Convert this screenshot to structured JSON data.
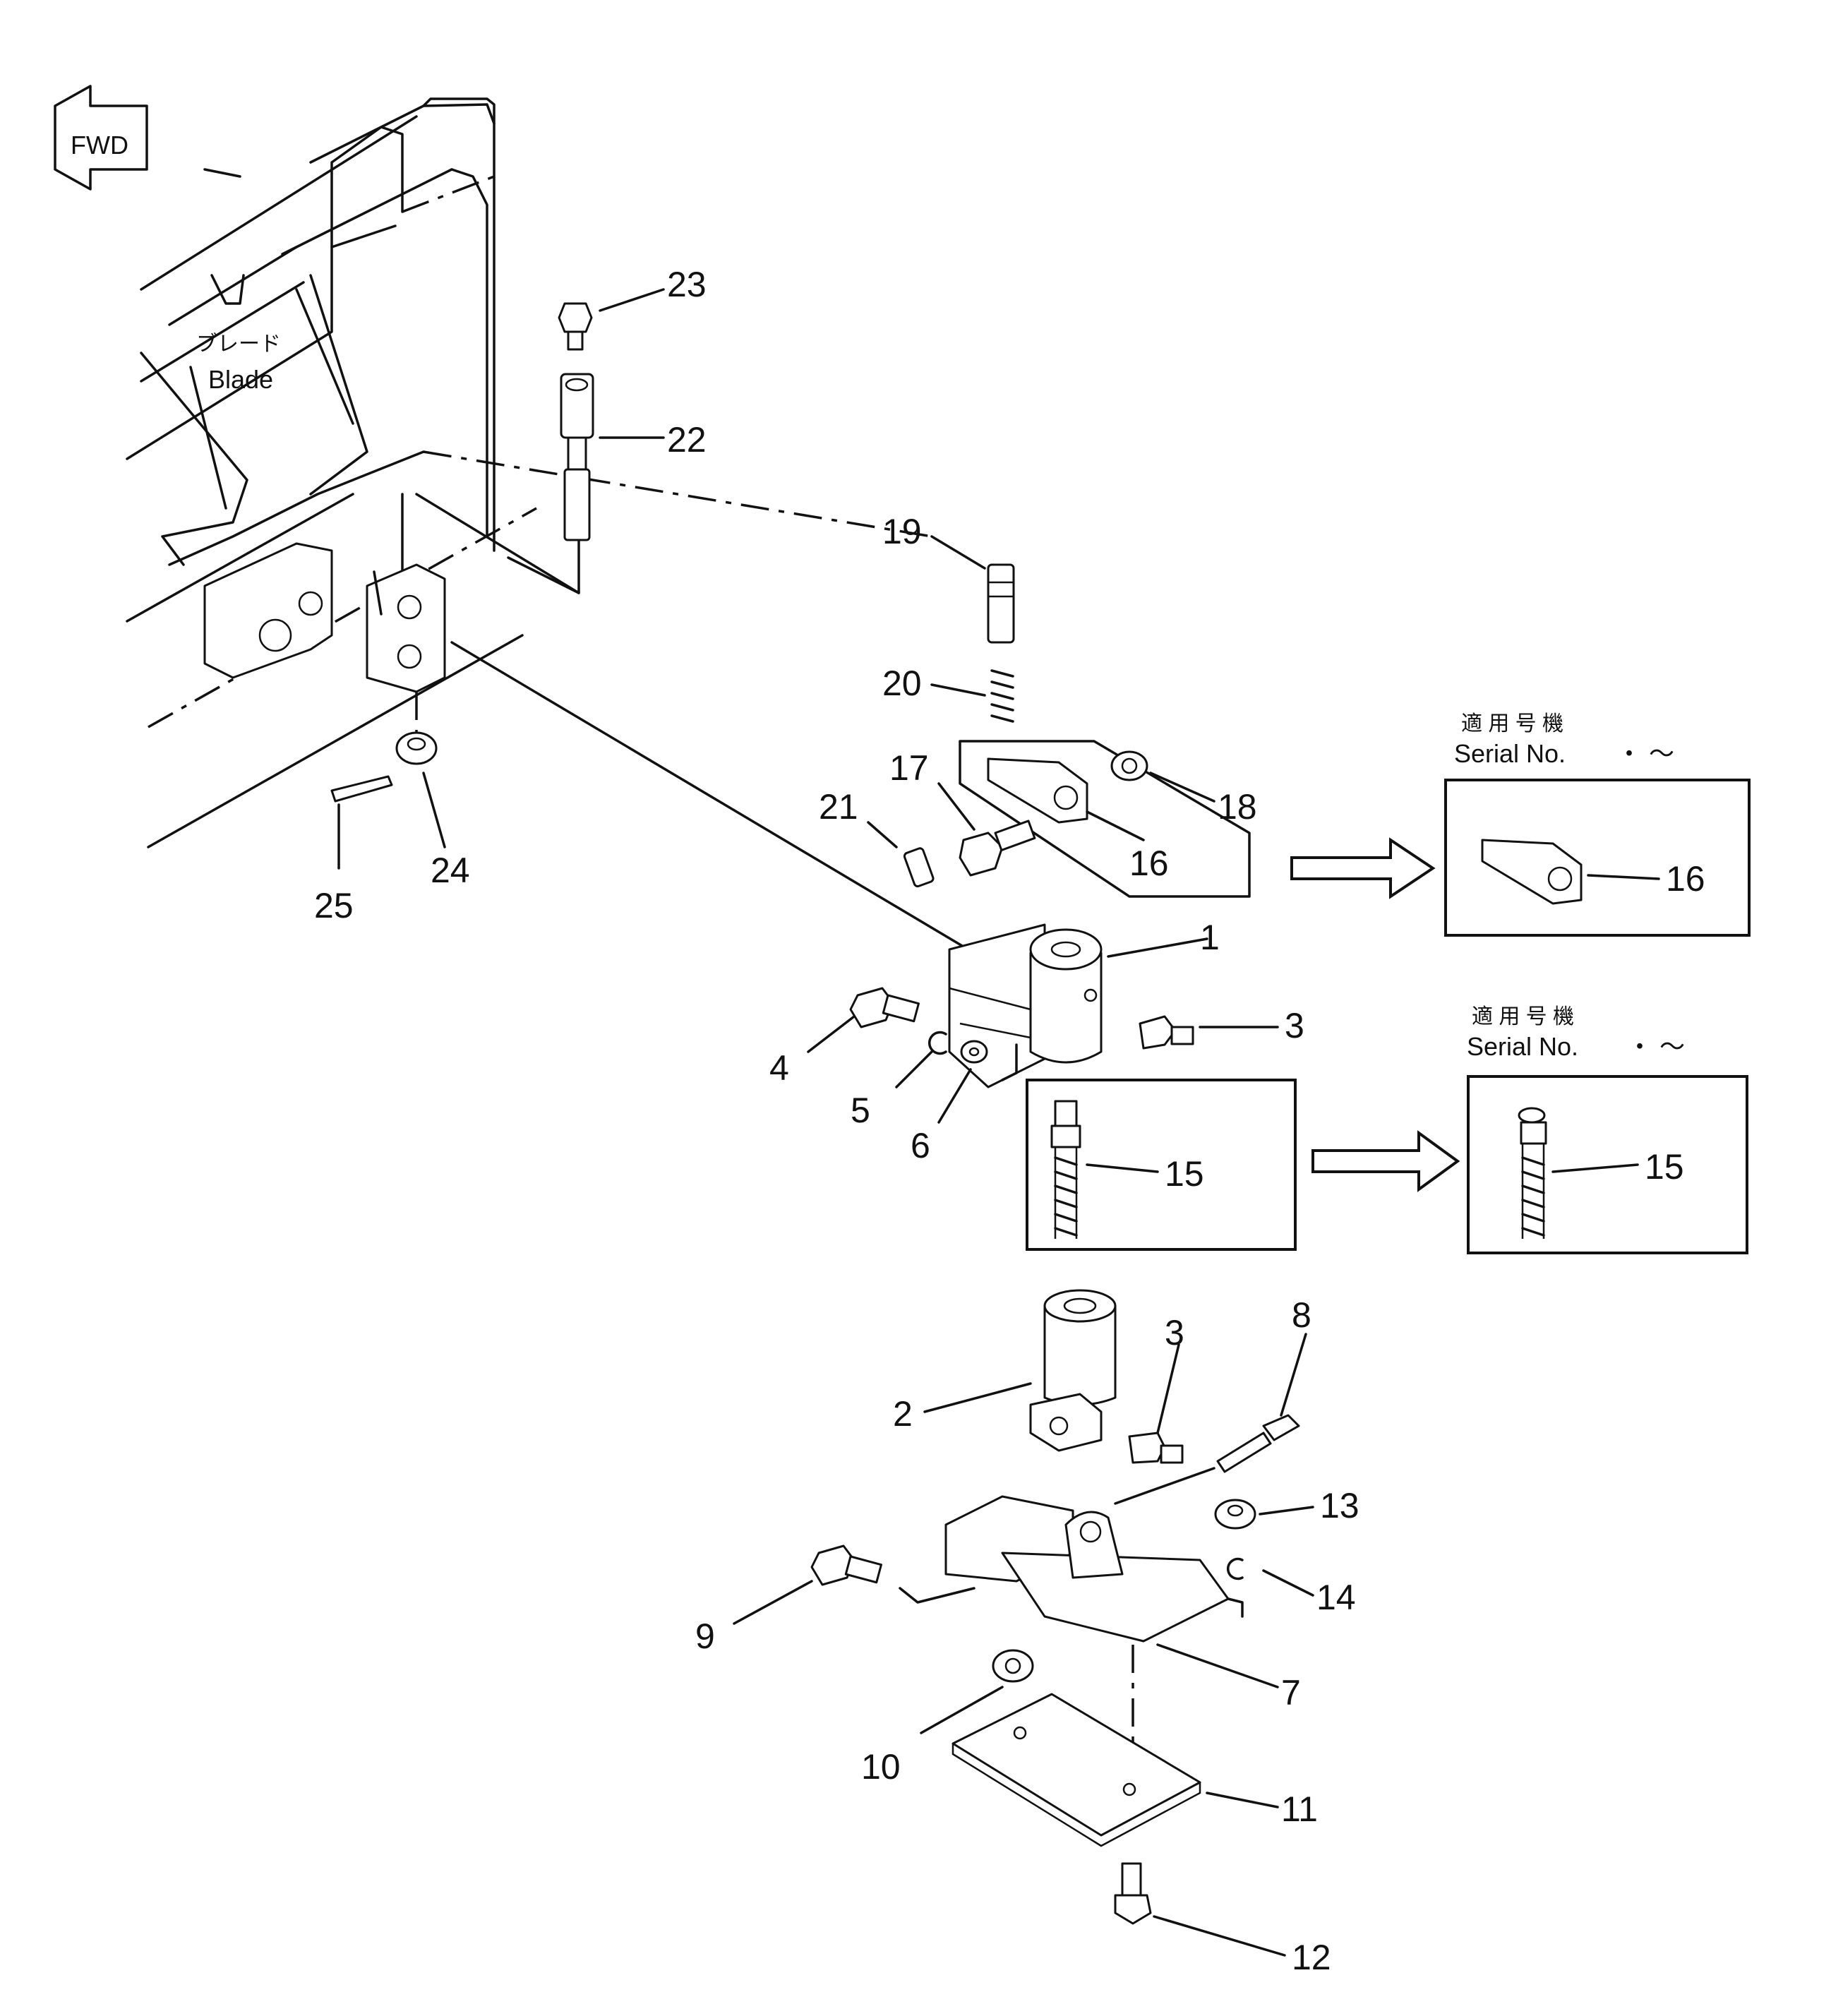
{
  "drawing": {
    "fwd_label": "FWD",
    "blade_label_jp": "ブレード",
    "blade_label_en": "Blade"
  },
  "callouts": {
    "c1": "1",
    "c2": "2",
    "c3a": "3",
    "c3b": "3",
    "c4": "4",
    "c5": "5",
    "c6": "6",
    "c7": "7",
    "c8": "8",
    "c9": "9",
    "c10": "10",
    "c11": "11",
    "c12": "12",
    "c13": "13",
    "c14": "14",
    "c15a": "15",
    "c15b": "15",
    "c16a": "16",
    "c16b": "16",
    "c17": "17",
    "c18": "18",
    "c19": "19",
    "c20": "20",
    "c21": "21",
    "c22": "22",
    "c23": "23",
    "c24": "24",
    "c25": "25"
  },
  "serial_boxes": [
    {
      "heading_jp": "適 用 号 機",
      "heading_en": "Serial No.",
      "range": "・ ～"
    },
    {
      "heading_jp": "適 用 号 機",
      "heading_en": "Serial No.",
      "range": "・ ～"
    }
  ]
}
